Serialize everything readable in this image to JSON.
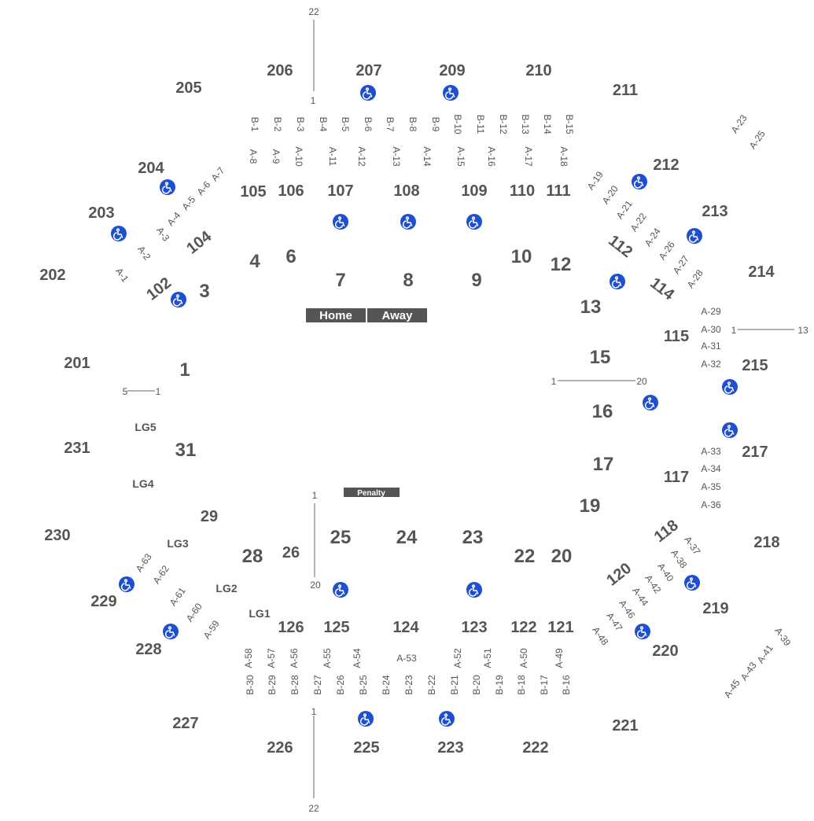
{
  "map": {
    "legend_colors": {
      "text": "#555555",
      "accessible": "#1f4fd1",
      "bench": "#555555",
      "line": "#666666"
    },
    "home_label": "Home",
    "away_label": "Away",
    "penalty_label": "Penalty",
    "sections_200": [
      "201",
      "202",
      "203",
      "204",
      "205",
      "206",
      "207",
      "209",
      "210",
      "211",
      "212",
      "213",
      "214",
      "215",
      "217",
      "218",
      "219",
      "220",
      "221",
      "222",
      "223",
      "225",
      "226",
      "227",
      "228",
      "229",
      "230",
      "231"
    ],
    "sections_100": [
      "102",
      "104",
      "105",
      "106",
      "107",
      "108",
      "109",
      "110",
      "111",
      "112",
      "114",
      "115",
      "117",
      "118",
      "120",
      "121",
      "122",
      "123",
      "124",
      "125",
      "126"
    ],
    "floor_sections": [
      "1",
      "3",
      "4",
      "6",
      "7",
      "8",
      "9",
      "10",
      "12",
      "13",
      "15",
      "16",
      "17",
      "19",
      "20",
      "22",
      "23",
      "24",
      "25",
      "26",
      "28",
      "29",
      "31"
    ],
    "lg_labels": [
      "LG1",
      "LG2",
      "LG3",
      "LG4",
      "LG5"
    ],
    "b_rows_top": [
      "B-1",
      "B-2",
      "B-3",
      "B-4",
      "B-5",
      "B-6",
      "B-7",
      "B-8",
      "B-9",
      "B-10",
      "B-11",
      "B-12",
      "B-13",
      "B-14",
      "B-15"
    ],
    "a_rows_top": [
      "A-8",
      "A-9",
      "A-10",
      "A-11",
      "A-12",
      "A-13",
      "A-14",
      "A-15",
      "A-16",
      "A-17",
      "A-18"
    ],
    "b_rows_bottom": [
      "B-30",
      "B-29",
      "B-28",
      "B-27",
      "B-26",
      "B-25",
      "B-24",
      "B-23",
      "B-22",
      "B-21",
      "B-20",
      "B-19",
      "B-18",
      "B-17",
      "B-16"
    ],
    "a_rows_bottom": [
      "A-58",
      "A-57",
      "A-56",
      "A-55",
      "A-54",
      "A-53",
      "A-52",
      "A-51",
      "A-50",
      "A-49"
    ],
    "a_rows_left_top": [
      "A-1",
      "A-2",
      "A-3",
      "A-4",
      "A-5",
      "A-6",
      "A-7"
    ],
    "a_rows_left_bottom": [
      "A-59",
      "A-60",
      "A-61",
      "A-62",
      "A-63"
    ],
    "a_rows_right_top": [
      "A-19",
      "A-20",
      "A-21",
      "A-22",
      "A-24",
      "A-26",
      "A-27",
      "A-28"
    ],
    "a_rows_right_mid": [
      "A-29",
      "A-30",
      "A-31",
      "A-32",
      "A-33",
      "A-34",
      "A-35",
      "A-36"
    ],
    "a_rows_right_bottom": [
      "A-37",
      "A-38",
      "A-40",
      "A-42",
      "A-44",
      "A-46",
      "A-47",
      "A-48"
    ],
    "a_rows_corner": [
      "A-23",
      "A-25",
      "A-39",
      "A-41",
      "A-43",
      "A-45"
    ],
    "seat_range_labels": [
      "22",
      "1",
      "1",
      "13",
      "5",
      "1",
      "1",
      "20",
      "1",
      "20",
      "1",
      "22"
    ]
  }
}
